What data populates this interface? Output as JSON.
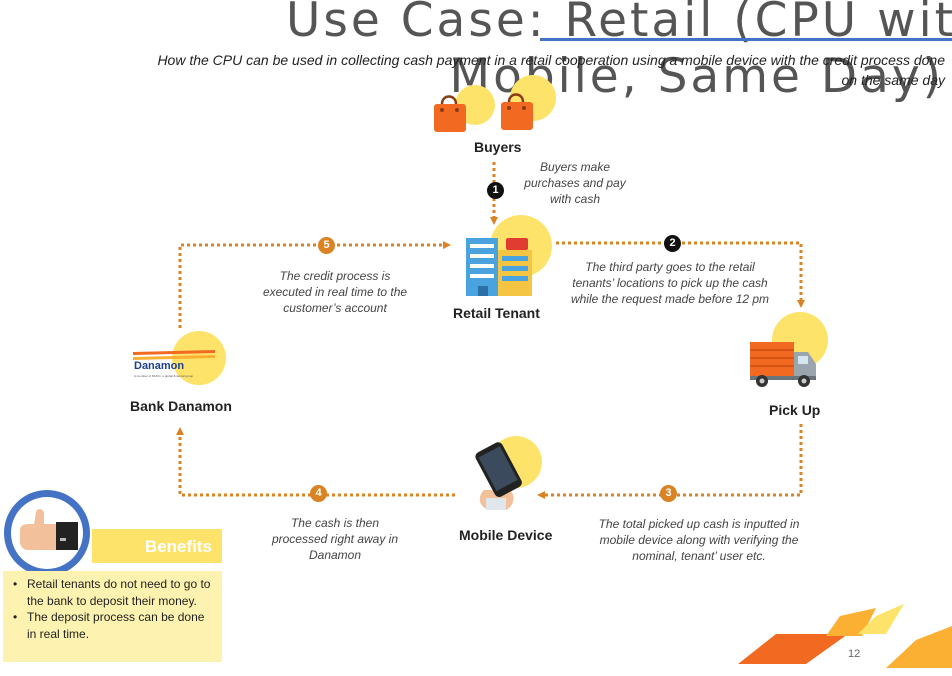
{
  "title": {
    "line1": "Use Case: Retail (CPU with",
    "line2": "Mobile, Same Day)"
  },
  "subtitle": {
    "line1": "How the CPU can be used in collecting cash payment in a retail cooperation using a mobile device with the credit process done",
    "line2": "on the same day"
  },
  "nodes": {
    "buyers": "Buyers",
    "retail_tenant": "Retail Tenant",
    "bank": "Bank Danamon",
    "pickup": "Pick Up",
    "mobile": "Mobile Device"
  },
  "bank_logo": {
    "name": "Danamon",
    "tagline": "A member of MUFG, a global financial group"
  },
  "steps": [
    {
      "num": "1",
      "desc": [
        "Buyers make",
        "purchases and pay",
        "with cash"
      ]
    },
    {
      "num": "2",
      "desc": [
        "The third party goes to the retail",
        "tenants’ locations to pick up the cash",
        "while the request made before 12 pm"
      ]
    },
    {
      "num": "3",
      "desc": [
        "The total picked up cash is inputted in",
        "mobile device along with verifying the",
        "nominal, tenant’ user etc."
      ]
    },
    {
      "num": "4",
      "desc": [
        "The cash is then",
        "processed right away in",
        "Danamon"
      ]
    },
    {
      "num": "5",
      "desc": [
        "The credit process is",
        "executed in real time to the",
        "customer’s account"
      ]
    }
  ],
  "benefits": {
    "title": "Benefits",
    "items": [
      "Retail tenants do not need to go to the bank to deposit their money.",
      "The deposit process can be done in real time."
    ]
  },
  "page_number": "12",
  "colors": {
    "accent_orange": "#d98324",
    "yellow": "#fde36a",
    "blue": "#4472c4"
  }
}
